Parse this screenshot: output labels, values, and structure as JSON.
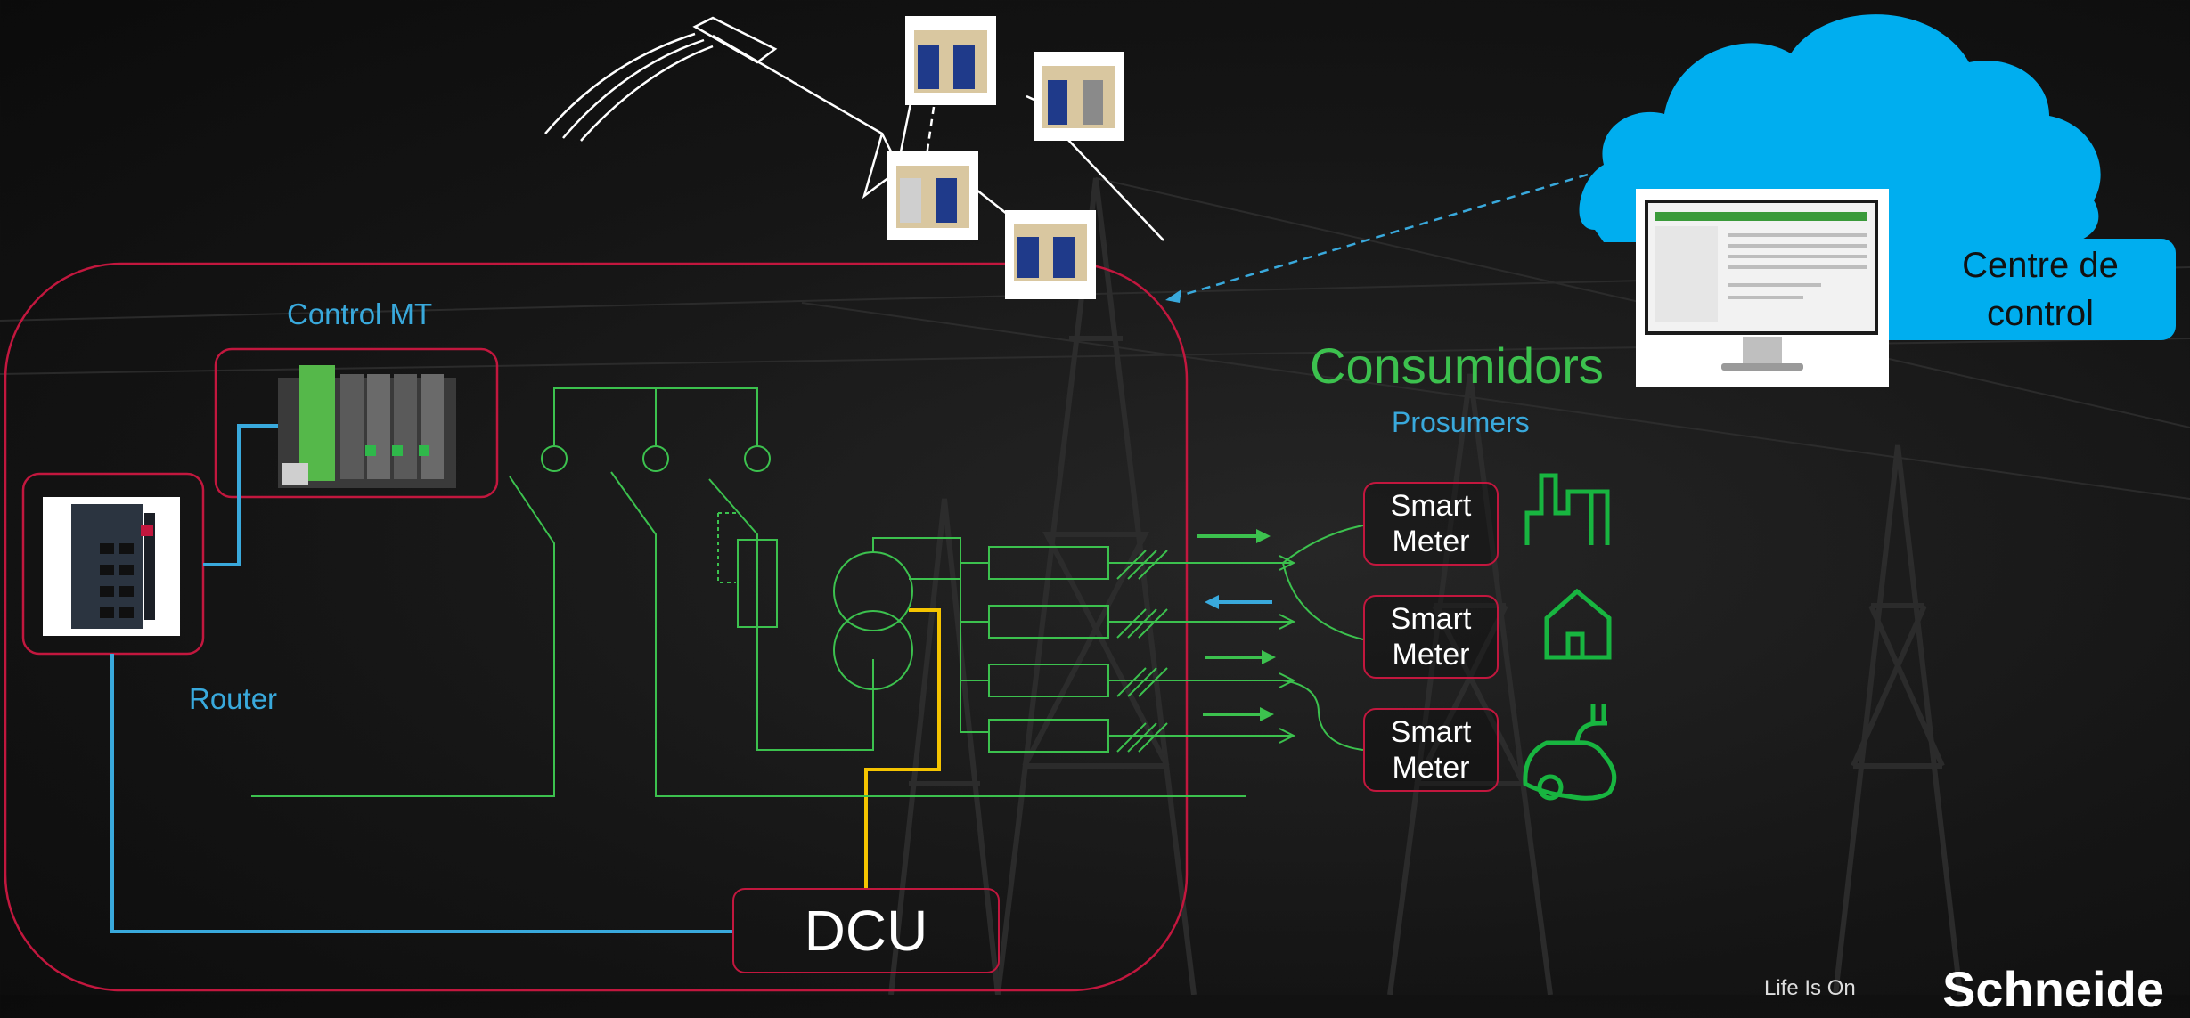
{
  "labels": {
    "control_mt": "Control MT",
    "router": "Router",
    "consumidors": "Consumidors",
    "prosumers": "Prosumers",
    "dcu": "DCU",
    "centre_line1": "Centre de",
    "centre_line2": "control",
    "brand": "Schneide",
    "brand_small": "Life Is On"
  },
  "smart_meters": [
    {
      "line1": "Smart",
      "line2": "Meter"
    },
    {
      "line1": "Smart",
      "line2": "Meter"
    },
    {
      "line1": "Smart",
      "line2": "Meter"
    }
  ],
  "icons": [
    "factory-icon",
    "house-icon",
    "ev-charging-icon",
    "cloud-icon",
    "monitor-icon",
    "router-icon",
    "control-unit-icon",
    "substation-icon",
    "transformer-icon"
  ],
  "colors": {
    "frame": "#c2173e",
    "circuit": "#3cc14e",
    "data_link": "#39a9dc",
    "dcu_link": "#f5c400",
    "cloud": "#00aeef"
  }
}
